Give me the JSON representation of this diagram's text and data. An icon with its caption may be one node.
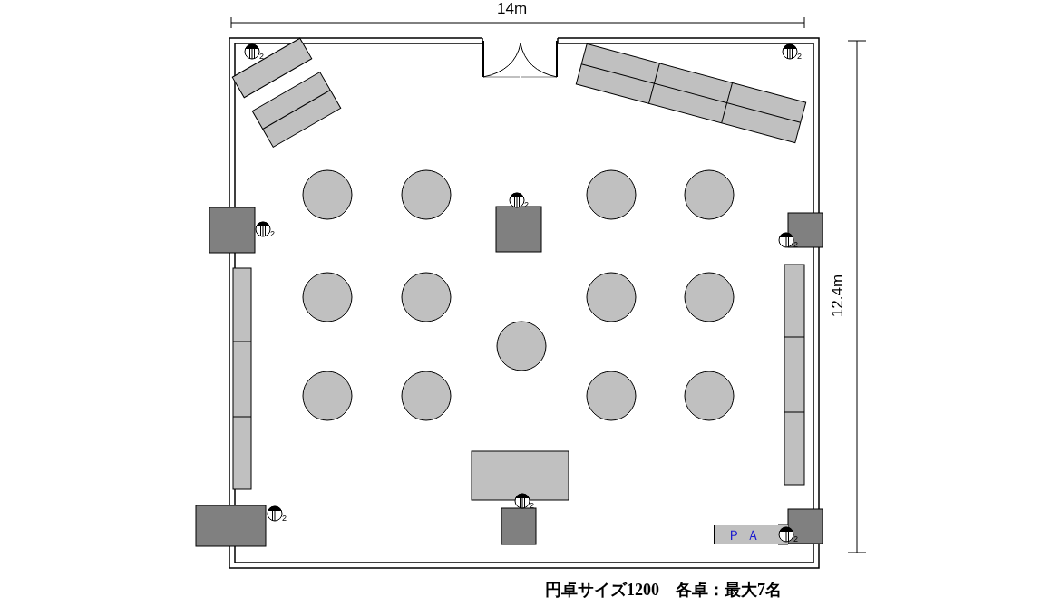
{
  "diagram": {
    "nodes": [
      {
        "text": [
          "ＰＡ"
        ]
      }
    ],
    "labels": [
      "14m",
      "12.4m",
      "2",
      "2",
      "2",
      "2",
      "2",
      "2",
      "2",
      "2",
      "円卓サイズ1200　各卓：最大7名"
    ]
  }
}
